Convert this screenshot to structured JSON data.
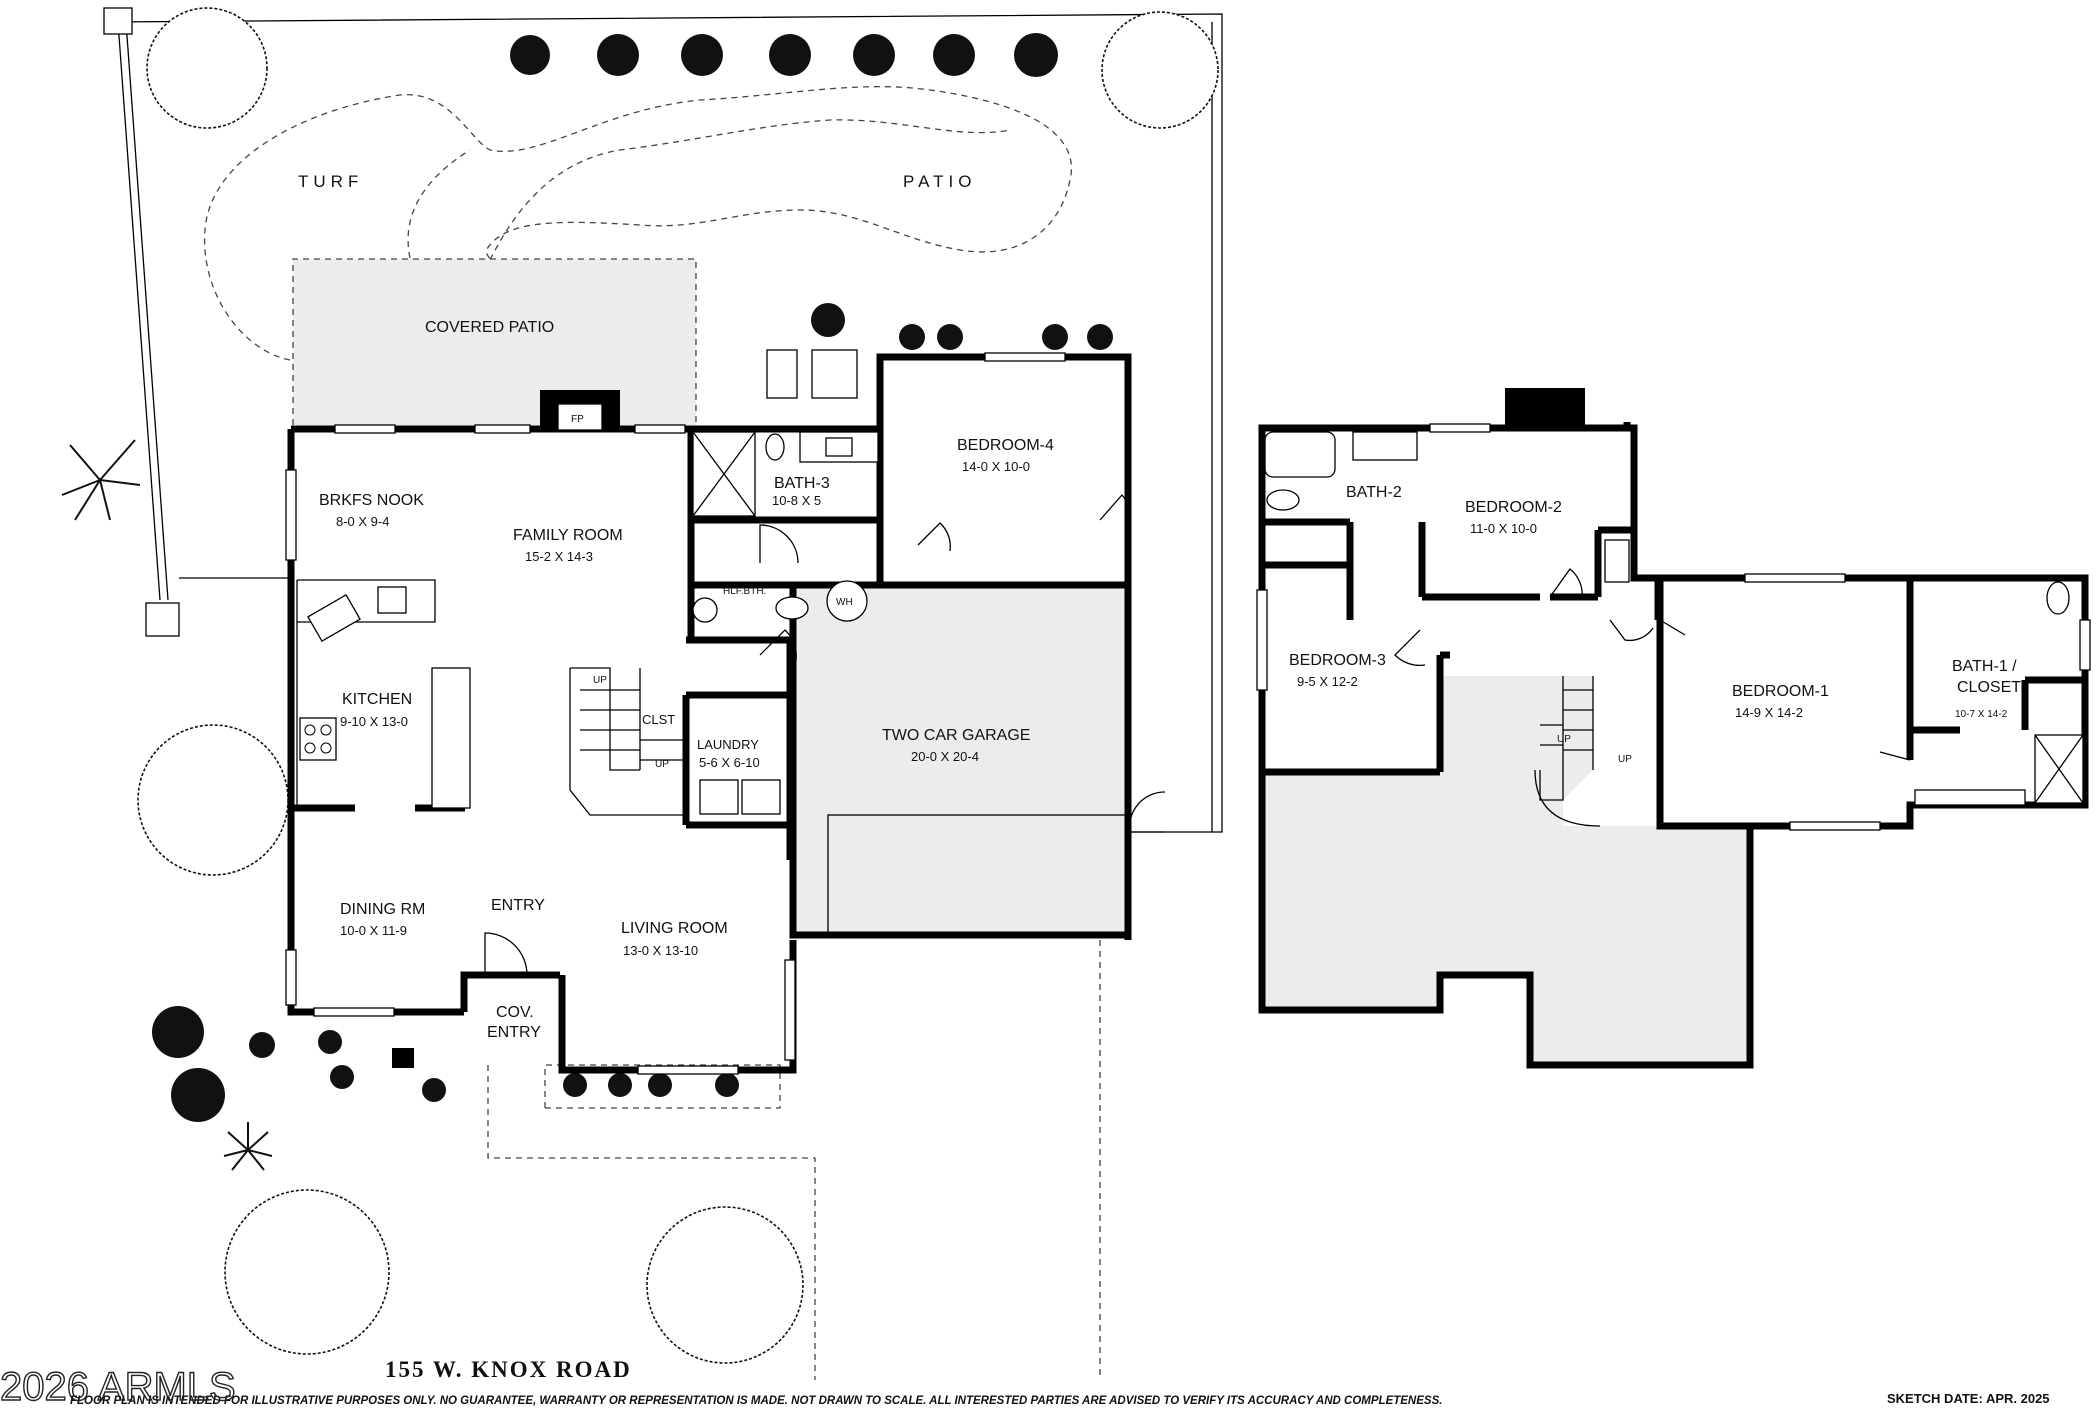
{
  "yard": {
    "turf": "TURF",
    "patio": "PATIO",
    "covered_patio": "COVERED PATIO"
  },
  "main_floor": {
    "fp": "FP",
    "bedroom4": {
      "name": "BEDROOM-4",
      "dims": "14-0  X  10-0"
    },
    "bath3": {
      "name": "BATH-3",
      "dims": "10-8 X 5"
    },
    "brkfs_nook": {
      "name": "BRKFS NOOK",
      "dims": "8-0  X  9-4"
    },
    "family_room": {
      "name": "FAMILY ROOM",
      "dims": "15-2  X  14-3"
    },
    "hlf_bath": "HLF.BTH.",
    "wh": "WH",
    "kitchen": {
      "name": "KITCHEN",
      "dims": "9-10 X 13-0"
    },
    "clst": "CLST",
    "laundry": {
      "name": "LAUNDRY",
      "dims": "5-6 X 6-10"
    },
    "garage": {
      "name": "TWO CAR GARAGE",
      "dims": "20-0  X  20-4"
    },
    "dining": {
      "name": "DINING RM",
      "dims": "10-0 X 11-9"
    },
    "entry": "ENTRY",
    "living": {
      "name": "LIVING ROOM",
      "dims": "13-0  X  13-10"
    },
    "cov_entry": {
      "line1": "COV.",
      "line2": "ENTRY"
    },
    "up": "UP"
  },
  "upper_floor": {
    "bath2": "BATH-2",
    "bedroom2": {
      "name": "BEDROOM-2",
      "dims": "11-0  X  10-0"
    },
    "bedroom3": {
      "name": "BEDROOM-3",
      "dims": "9-5  X  12-2"
    },
    "bedroom1": {
      "name": "BEDROOM-1",
      "dims": "14-9  X  14-2"
    },
    "bath1": {
      "line1": "BATH-1 /",
      "line2": "CLOSET",
      "dims": "10-7 X 14-2"
    },
    "up": "UP"
  },
  "address": "155 W. KNOX ROAD",
  "disclaimer": "FLOOR PLAN IS INTENDED FOR ILLUSTRATIVE PURPOSES ONLY.  NO GUARANTEE, WARRANTY OR REPRESENTATION IS MADE.  NOT DRAWN TO SCALE.  ALL INTERESTED PARTIES ARE ADVISED TO VERIFY ITS ACCURACY AND COMPLETENESS.",
  "sketch_date": "SKETCH DATE:  APR. 2025",
  "watermark": "2026 ARMLS",
  "colors": {
    "walls": "#000000",
    "covered_fill": "#ececec",
    "background": "#ffffff"
  }
}
